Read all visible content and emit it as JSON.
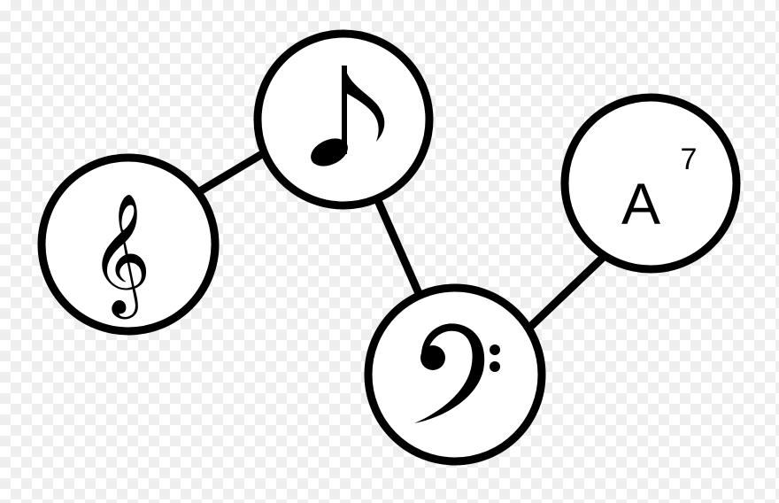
{
  "nodes": {
    "treble": {
      "icon": "treble-clef-icon"
    },
    "eighth": {
      "icon": "eighth-note-icon"
    },
    "bass": {
      "icon": "bass-clef-icon"
    },
    "chord": {
      "root": "A",
      "extension": "7"
    }
  },
  "edges": [
    {
      "from": "treble",
      "to": "eighth"
    },
    {
      "from": "eighth",
      "to": "bass"
    },
    {
      "from": "bass",
      "to": "chord"
    }
  ],
  "colors": {
    "stroke": "#000000",
    "fill": "#ffffff"
  }
}
